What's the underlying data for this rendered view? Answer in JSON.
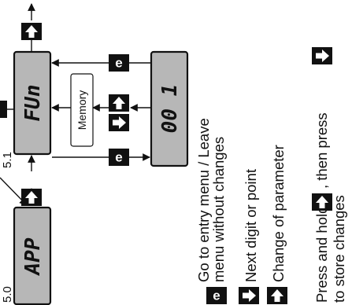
{
  "section_labels": {
    "entry": "5.0",
    "function": "5.1"
  },
  "displays": {
    "app": "APP",
    "function": "FUn",
    "value": "00 1"
  },
  "memory_label": "Memory",
  "legend": {
    "e_key_text_line1": "Go to entry menu / Leave",
    "e_key_text_line2": "menu without changes",
    "right_key_text": "Next digit or point",
    "up_key_text": "Change of parameter",
    "store_text_part1": "Press and hold",
    "store_text_part2": ", then press",
    "store_text_line2": "to store changes"
  },
  "keys": {
    "e_key_glyph": "e"
  },
  "colors": {
    "display_fill": "#b7b7b7",
    "key_fill": "#111111",
    "key_glyph": "#ffffff"
  }
}
